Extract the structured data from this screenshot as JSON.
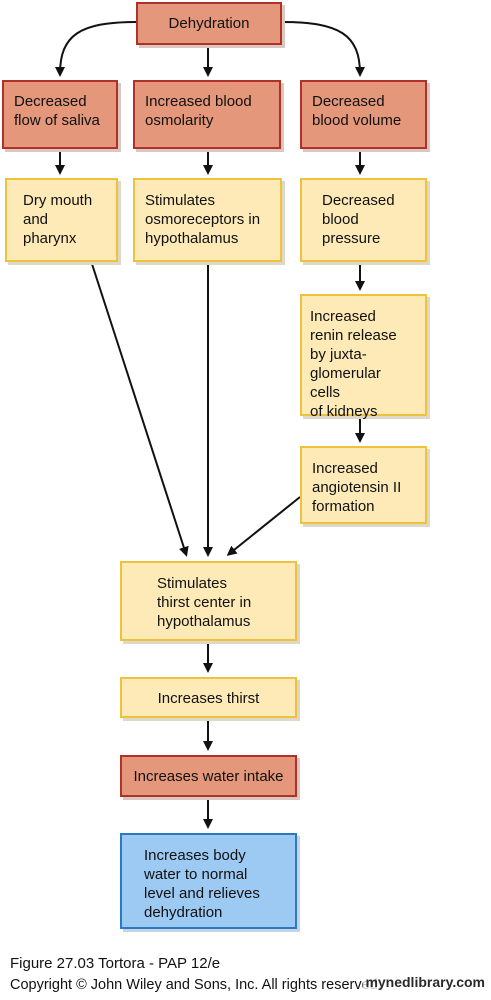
{
  "nodes": {
    "dehydration": "Dehydration",
    "decreased_saliva": "Decreased\nflow of saliva",
    "increased_osmolarity": "Increased blood\nosmolarity",
    "decreased_volume": "Decreased\nblood volume",
    "dry_mouth": "Dry mouth\nand\npharynx",
    "stimulates_osmoreceptors": "Stimulates\nosmoreceptors in\nhypothalamus",
    "decreased_pressure": "Decreased\nblood\npressure",
    "renin_release": "Increased\nrenin release\nby juxta-\nglomerular cells\nof kidneys",
    "angiotensin": "Increased\nangiotensin II\nformation",
    "thirst_center": "Stimulates\nthirst center in\nhypothalamus",
    "increases_thirst": "Increases thirst",
    "water_intake": "Increases water intake",
    "body_water": "Increases body\nwater to normal\nlevel and relieves\ndehydration"
  },
  "caption": {
    "figure": "Figure 27.03  Tortora - PAP 12/e",
    "copyright": "Copyright © John Wiley and Sons, Inc. All rights reserved."
  },
  "watermark": "mynedlibrary.com",
  "colors": {
    "red_fill": "#e4977a",
    "red_border": "#b2302a",
    "yellow_fill": "#fdeab7",
    "yellow_border": "#efc23e",
    "blue_fill": "#9ccaf3",
    "blue_border": "#2c79c3"
  }
}
